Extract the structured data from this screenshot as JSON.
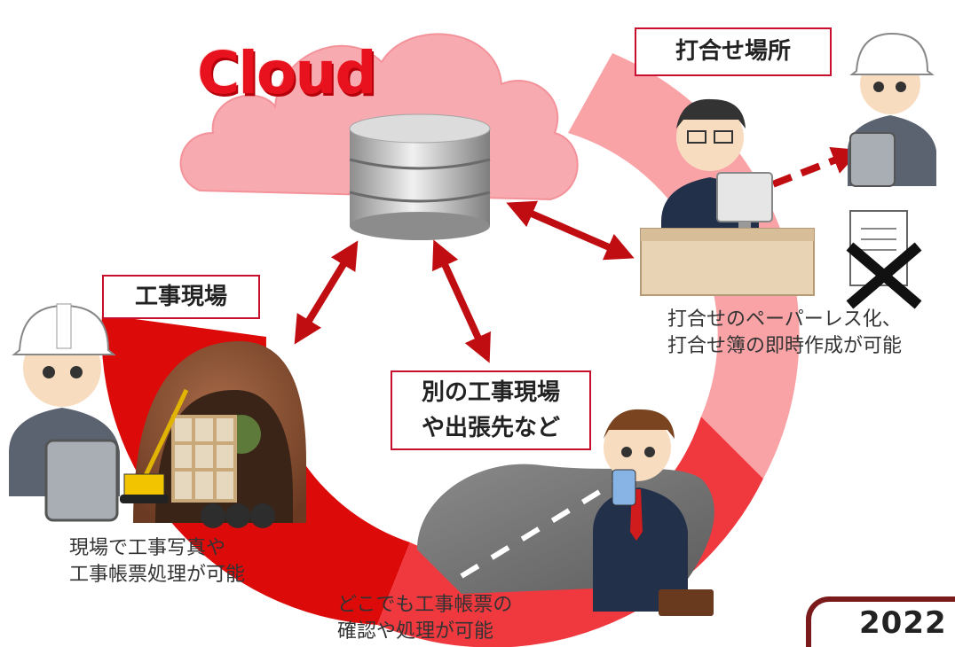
{
  "cloud": {
    "title": "Cloud"
  },
  "labels": {
    "meeting_place": "打合せ場所",
    "construction_site": "工事現場",
    "other_site_line1": "別の工事現場",
    "other_site_line2": "や出張先など"
  },
  "captions": {
    "meeting": "打合せのペーパーレス化、\n打合せ簿の即時作成が可能",
    "site": "現場で工事写真や\n工事帳票処理が可能",
    "anywhere": "どこでも工事帳票の\n確認や処理が可能"
  },
  "year": "2022",
  "colors": {
    "brand_red": "#e8121e",
    "ring_dark": "#dd0a0a",
    "ring_mid": "#f0393f",
    "ring_light": "#f9a3a6",
    "cloud_pink": "#f7aab0",
    "arrow_red": "#c00d12"
  },
  "icons": [
    "cloud-icon",
    "database-icon",
    "worker-icon",
    "businessman-icon",
    "tablet-icon",
    "desk-icon",
    "monitor-icon",
    "document-icon",
    "cross-icon",
    "road-icon",
    "crane-icon",
    "smartphone-icon",
    "briefcase-icon"
  ]
}
